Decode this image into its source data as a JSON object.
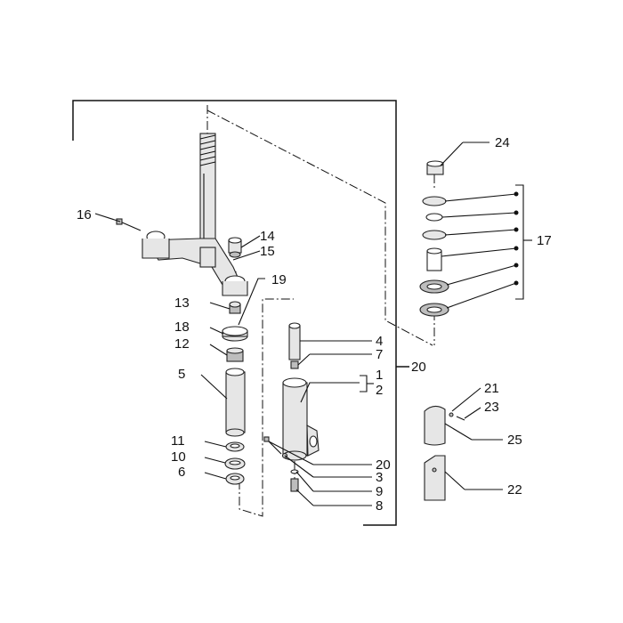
{
  "labels": {
    "p1": "1",
    "p2": "2",
    "p3": "3",
    "p4": "4",
    "p5": "5",
    "p6": "6",
    "p7": "7",
    "p8": "8",
    "p9": "9",
    "p10": "10",
    "p11": "11",
    "p12": "12",
    "p13": "13",
    "p14": "14",
    "p15": "15",
    "p16": "16",
    "p17": "17",
    "p18": "18",
    "p19": "19",
    "p20_group": "20",
    "p20_item": "20",
    "p21": "21",
    "p22": "22",
    "p23": "23",
    "p24": "24",
    "p25": "25"
  }
}
